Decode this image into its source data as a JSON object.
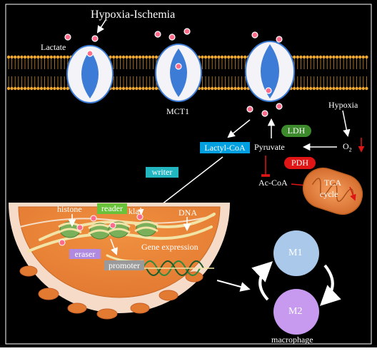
{
  "labels": {
    "hypoxia_ischemia": "Hypoxia-Ischemia",
    "lactate": "Lactate",
    "mct1": "MCT1",
    "hypoxia": "Hypoxia",
    "ldh": "LDH",
    "pyruvate": "Pyruvate",
    "o2": "O",
    "o2_sub": "2",
    "lactyl_coa": "Lactyl-CoA",
    "writer": "writer",
    "pdh": "PDH",
    "ac_coa": "Ac-CoA",
    "tca": "TCA",
    "cycle": "cycle",
    "reader": "reader",
    "kla": "kla",
    "histone": "histone",
    "dna": "DNA",
    "eraser": "eraser",
    "promoter": "promoter",
    "gene_expression": "Gene expression",
    "m1": "M1",
    "m2": "M2",
    "macrophage": "macrophage"
  },
  "colors": {
    "background": "#000000",
    "membrane_head": "#f0a830",
    "channel": "#3c7bd6",
    "lactate_dot": "#ff6b8a",
    "ldh_box": "#3c8a2c",
    "pdh_box": "#e01515",
    "lactyl_box": "#00a0e0",
    "writer_box": "#22b6c0",
    "reader_box": "#6ac23a",
    "eraser_box": "#b08ae0",
    "promoter_box": "#9a9a9a",
    "nucleus": "#e9823a",
    "m1": "#a9c8ea",
    "m2": "#c79af0",
    "mito": "#e9823a"
  }
}
